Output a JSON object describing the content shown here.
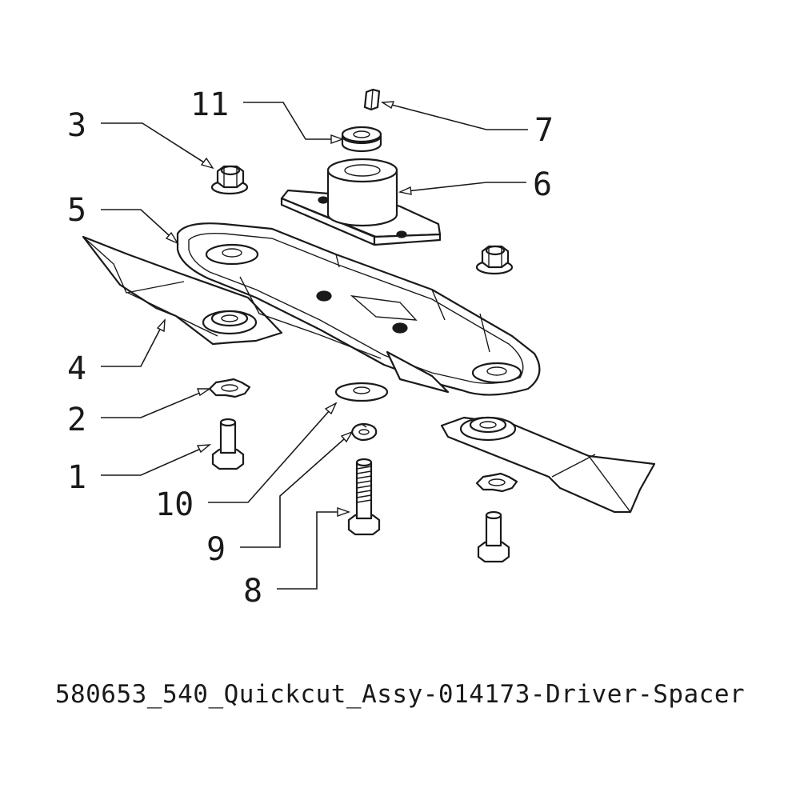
{
  "callouts": {
    "c1": "1",
    "c2": "2",
    "c3": "3",
    "c4": "4",
    "c5": "5",
    "c6": "6",
    "c7": "7",
    "c8": "8",
    "c9": "9",
    "c10": "10",
    "c11": "11"
  },
  "caption": "580653_540_Quickcut_Assy-014173-Driver-Spacer"
}
